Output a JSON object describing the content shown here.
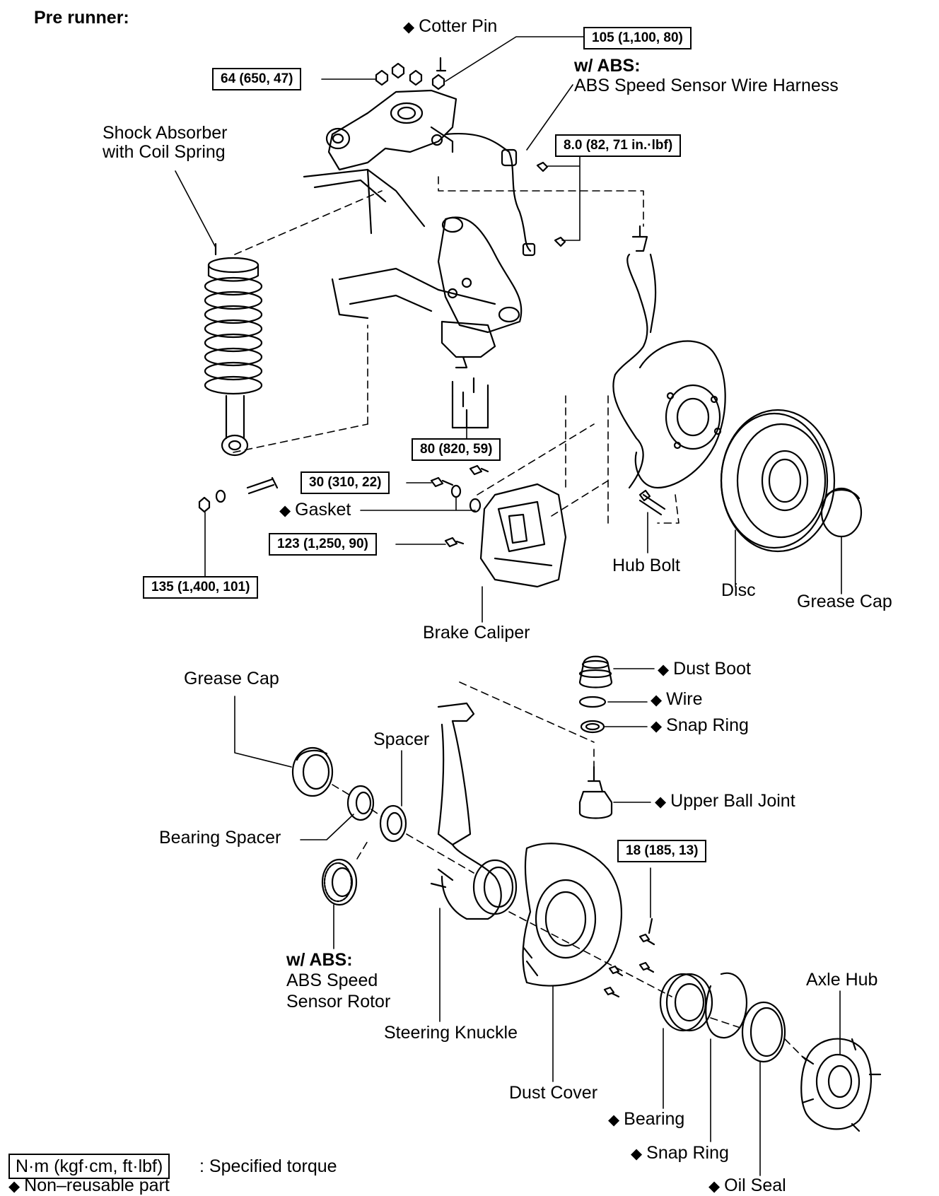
{
  "header": {
    "title": "Pre runner:"
  },
  "diamond": "◆",
  "labels": {
    "cotter_pin": "Cotter Pin",
    "abs_top_prefix": "w/ ABS:",
    "abs_top_text": "ABS Speed Sensor Wire Harness",
    "shock_line1": "Shock Absorber",
    "shock_line2": "with Coil Spring",
    "gasket": "Gasket",
    "hub_bolt": "Hub Bolt",
    "disc": "Disc",
    "grease_cap_top": "Grease Cap",
    "brake_caliper": "Brake Caliper",
    "dust_boot": "Dust Boot",
    "wire": "Wire",
    "snap_ring_upper": "Snap Ring",
    "grease_cap_bottom": "Grease Cap",
    "spacer": "Spacer",
    "upper_ball_joint": "Upper Ball Joint",
    "bearing_spacer": "Bearing Spacer",
    "abs_bottom_prefix": "w/ ABS:",
    "abs_bottom_line1": "ABS Speed",
    "abs_bottom_line2": "Sensor Rotor",
    "steering_knuckle": "Steering Knuckle",
    "axle_hub": "Axle Hub",
    "dust_cover": "Dust Cover",
    "bearing": "Bearing",
    "snap_ring_lower": "Snap Ring",
    "oil_seal": "Oil Seal"
  },
  "torques": {
    "t105": "105 (1,100, 80)",
    "t64": "64 (650, 47)",
    "t8": "8.0 (82, 71 in.·lbf)",
    "t80": "80 (820, 59)",
    "t30": "30 (310, 22)",
    "t123": "123 (1,250, 90)",
    "t135": "135 (1,400, 101)",
    "t18": "18 (185, 13)"
  },
  "legend": {
    "torque_unit": "N·m (kgf·cm, ft·lbf)",
    "torque_desc": ": Specified torque",
    "nonreusable": "Non–reusable part"
  }
}
